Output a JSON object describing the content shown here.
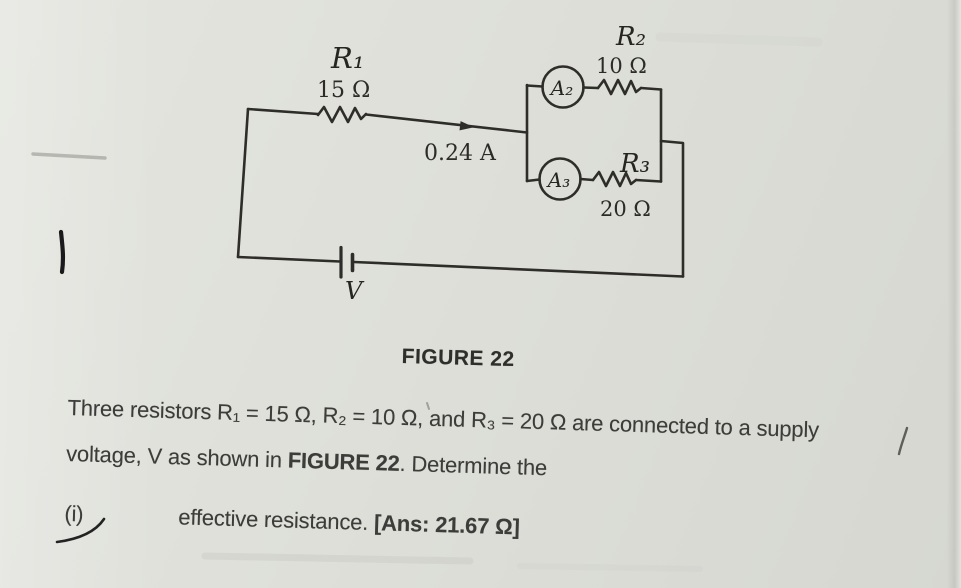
{
  "page": {
    "background": "#dedfd9",
    "ink_color": "#2e2d29",
    "text_color": "#3c3c3a"
  },
  "figure": {
    "caption": "FIGURE 22",
    "resistor1": {
      "name": "R₁",
      "value": "15 Ω"
    },
    "resistor2": {
      "name": "R₂",
      "value": "10 Ω"
    },
    "resistor3": {
      "name": "R₃",
      "value": "20 Ω"
    },
    "ammeter2": "A₂",
    "ammeter3": "A₃",
    "current": "0.24 A",
    "supply": "V"
  },
  "question": {
    "line1": "Three resistors R₁ = 15 Ω, R₂ = 10 Ω, and R₃ = 20 Ω are connected to a supply",
    "line2_before": "voltage, V as shown in ",
    "line2_bold": "FIGURE 22",
    "line2_after": ". Determine the",
    "item_label": "(i)",
    "item_text": "effective resistance. ",
    "item_answer": "[Ans: 21.67 Ω]"
  }
}
